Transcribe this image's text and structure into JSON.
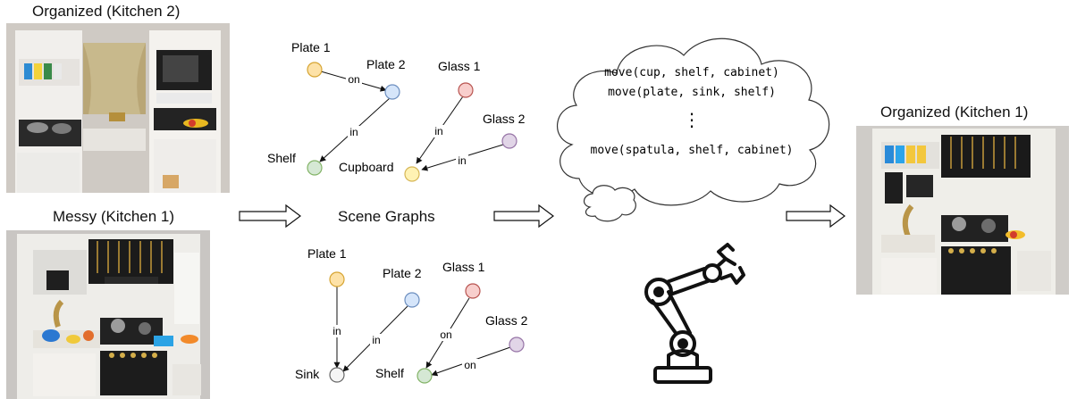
{
  "captions": {
    "organized_k2": "Organized (Kitchen 2)",
    "messy_k1": "Messy (Kitchen 1)",
    "organized_k1": "Organized (Kitchen 1)",
    "scene_graphs": "Scene Graphs"
  },
  "graph_top": {
    "nodes": {
      "plate1": "Plate 1",
      "plate2": "Plate 2",
      "glass1": "Glass 1",
      "glass2": "Glass 2",
      "shelf": "Shelf",
      "cupboard": "Cupboard"
    },
    "edges": {
      "plate1_plate2": "on",
      "plate2_shelf": "in",
      "glass1_cupboard": "in",
      "glass2_cupboard": "in"
    }
  },
  "graph_bottom": {
    "nodes": {
      "plate1": "Plate 1",
      "plate2": "Plate 2",
      "glass1": "Glass 1",
      "glass2": "Glass 2",
      "sink": "Sink",
      "shelf": "Shelf"
    },
    "edges": {
      "plate1_sink": "in",
      "plate2_sink": "in",
      "glass1_shelf": "on",
      "glass2_shelf": "on"
    }
  },
  "plan": {
    "line1": "move(cup, shelf, cabinet)",
    "line2": "move(plate, sink, shelf)",
    "ellipsis": "⋮",
    "line3": "move(spatula, shelf, cabinet)"
  },
  "colors": {
    "plate1": "#fde2a8",
    "plate1_stroke": "#d6a431",
    "plate2": "#d5e5fa",
    "plate2_stroke": "#6c8ebf",
    "glass": "#f8cecc",
    "glass_stroke": "#b85450",
    "glass2": "#e1d5e7",
    "glass2_stroke": "#9673a6",
    "shelf": "#d5e8d4",
    "shelf_stroke": "#82b366",
    "cupboard": "#fff2b3",
    "cupboard_stroke": "#d6b656",
    "sink": "#f5f5f5",
    "sink_stroke": "#666666"
  },
  "icons": [
    "robot-arm-icon",
    "thought-cloud-icon",
    "right-arrow-icon"
  ]
}
